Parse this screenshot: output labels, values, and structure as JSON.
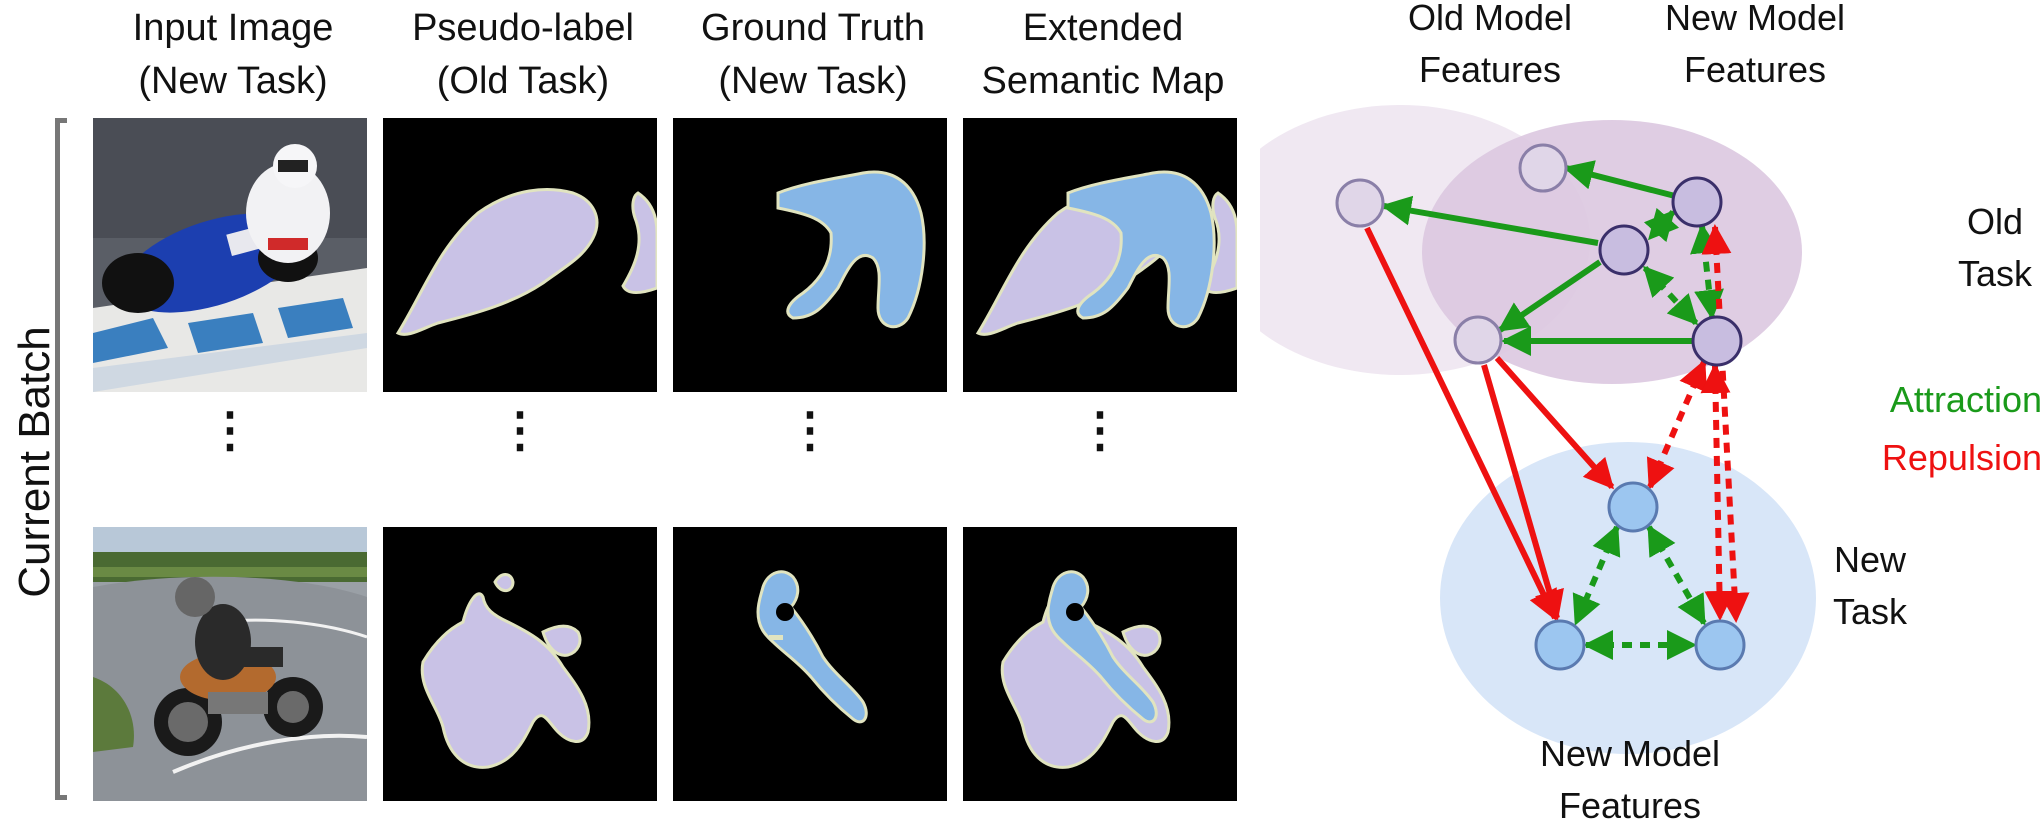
{
  "columns": [
    {
      "line1": "Input Image",
      "line2": "(New Task)"
    },
    {
      "line1": "Pseudo-label",
      "line2": "(Old Task)"
    },
    {
      "line1": "Ground Truth",
      "line2": "(New Task)"
    },
    {
      "line1": "Extended",
      "line2": "Semantic Map"
    }
  ],
  "row_label": "Current Batch",
  "ellipsis": "⋮",
  "diagram": {
    "old_model_top": {
      "line1": "Old Model",
      "line2": "Features"
    },
    "new_model_top": {
      "line1": "New Model",
      "line2": "Features"
    },
    "old_task": {
      "line1": "Old",
      "line2": "Task"
    },
    "new_task": {
      "line1": "New",
      "line2": "Task"
    },
    "new_model_bottom": {
      "line1": "New Model",
      "line2": "Features"
    },
    "legend_attraction": "Attraction",
    "legend_repulsion": "Repulsion"
  },
  "colors": {
    "old_class": "#c9c2e6",
    "new_class": "#86b6e6",
    "boundary": "#e1e4c0",
    "attraction": "#1a9a1a",
    "repulsion": "#ee1111",
    "old_ellipse": "#f0e8f2",
    "new_ellipse_top": "#dcc8e0",
    "new_ellipse_bottom": "#d8e6f8"
  }
}
